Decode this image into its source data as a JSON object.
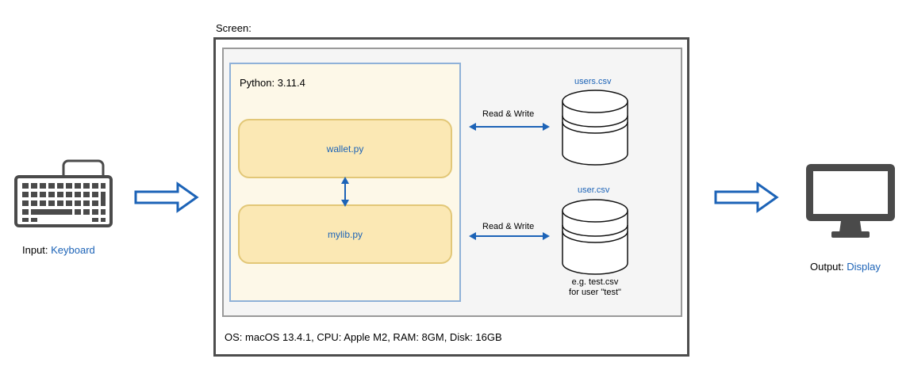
{
  "input": {
    "label_prefix": "Input: ",
    "label_device": "Keyboard",
    "icon": "keyboard-icon"
  },
  "output": {
    "label_prefix": "Output: ",
    "label_device": "Display",
    "icon": "monitor-icon"
  },
  "screen": {
    "title": "Screen:",
    "system_info": "OS: macOS 13.4.1,  CPU: Apple M2,  RAM: 8GM,  Disk: 16GB"
  },
  "python": {
    "label": "Python: 3.11.4",
    "files": [
      {
        "name": "wallet.py"
      },
      {
        "name": "mylib.py"
      }
    ]
  },
  "datastores": [
    {
      "name": "users.csv",
      "edge_label": "Read & Write",
      "note_line1": "",
      "note_line2": ""
    },
    {
      "name": "user.csv",
      "edge_label": "Read & Write",
      "note_line1": "e.g. test.csv",
      "note_line2": "for user \"test\""
    }
  ],
  "colors": {
    "accent_blue": "#1c63b7",
    "file_fill": "#fbe8b4",
    "python_fill": "#fdf8e8",
    "frame_gray": "#4d4d4d"
  }
}
